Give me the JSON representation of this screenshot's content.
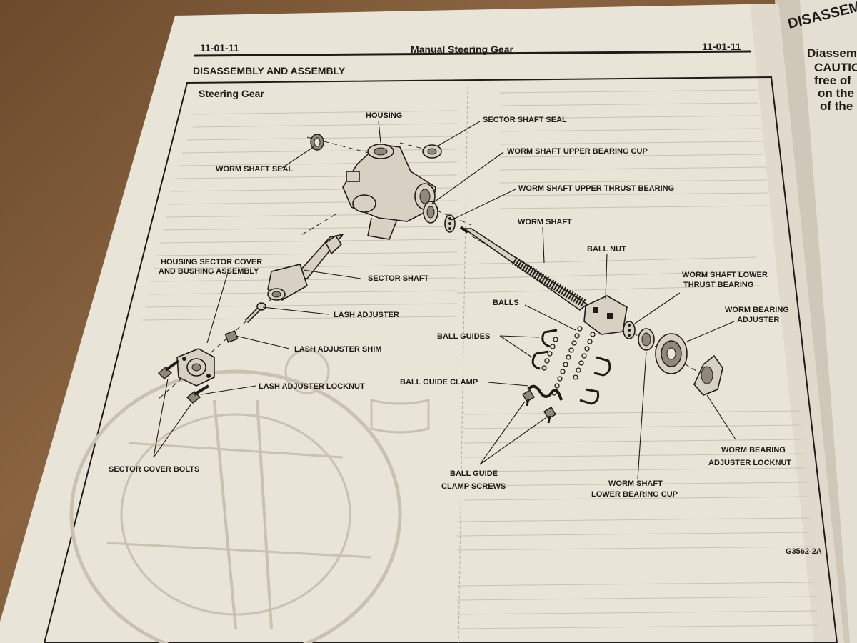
{
  "header": {
    "left_code": "11-01-11",
    "title": "Manual Steering Gear",
    "right_code": "11-01-11"
  },
  "section_title": "DISASSEMBLY AND ASSEMBLY",
  "box_title": "Steering Gear",
  "callouts": {
    "housing": "HOUSING",
    "sector_shaft_seal": "SECTOR SHAFT SEAL",
    "worm_shaft_upper_bearing_cup": "WORM SHAFT UPPER BEARING CUP",
    "worm_shaft_upper_thrust_bearing": "WORM SHAFT UPPER THRUST BEARING",
    "worm_shaft_seal": "WORM SHAFT SEAL",
    "worm_shaft": "WORM SHAFT",
    "ball_nut": "BALL NUT",
    "worm_shaft_lower_thrust_bearing_1": "WORM SHAFT LOWER",
    "worm_shaft_lower_thrust_bearing_2": "THRUST BEARING",
    "housing_sector_cover_1": "HOUSING SECTOR COVER",
    "housing_sector_cover_2": "AND BUSHING ASSEMBLY",
    "sector_shaft": "SECTOR SHAFT",
    "worm_bearing_adjuster_1": "WORM BEARING",
    "worm_bearing_adjuster_2": "ADJUSTER",
    "balls": "BALLS",
    "lash_adjuster": "LASH ADJUSTER",
    "ball_guides": "BALL GUIDES",
    "lash_adjuster_shim": "LASH ADJUSTER SHIM",
    "ball_guide_clamp": "BALL GUIDE CLAMP",
    "lash_adjuster_locknut": "LASH ADJUSTER LOCKNUT",
    "worm_bearing_adjuster_locknut_1": "WORM BEARING",
    "worm_bearing_adjuster_locknut_2": "ADJUSTER LOCKNUT",
    "sector_cover_bolts": "SECTOR COVER BOLTS",
    "ball_guide_clamp_screws_1": "BALL GUIDE",
    "ball_guide_clamp_screws_2": "CLAMP SCREWS",
    "worm_shaft_lower_bearing_cup_1": "WORM SHAFT",
    "worm_shaft_lower_bearing_cup_2": "LOWER BEARING CUP"
  },
  "figure_code": "G3562-2A",
  "right_page": {
    "heading_1": "Diassem",
    "caution_1": "CAUTIO",
    "caution_2": "free of",
    "caution_3": "on the",
    "caution_4": "of the",
    "top_label": "DISASSEM"
  }
}
